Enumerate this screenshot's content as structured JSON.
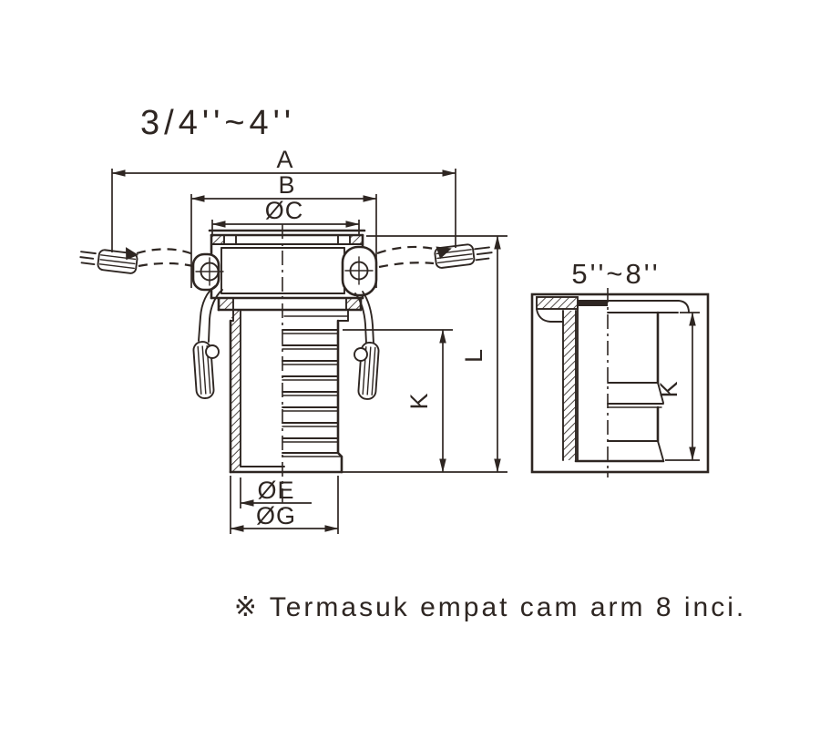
{
  "page": {
    "background_color": "#ffffff",
    "ink_color": "#2e2622"
  },
  "main_view": {
    "title": "3/4''~4''",
    "dims": {
      "a": "A",
      "b": "B",
      "c": "ØC",
      "k": "K",
      "l": "L",
      "e": "ØE",
      "g": "ØG"
    }
  },
  "side_view": {
    "title": "5''~8''",
    "dims": {
      "k": "K"
    }
  },
  "note": "※ Termasuk empat cam arm 8 inci."
}
